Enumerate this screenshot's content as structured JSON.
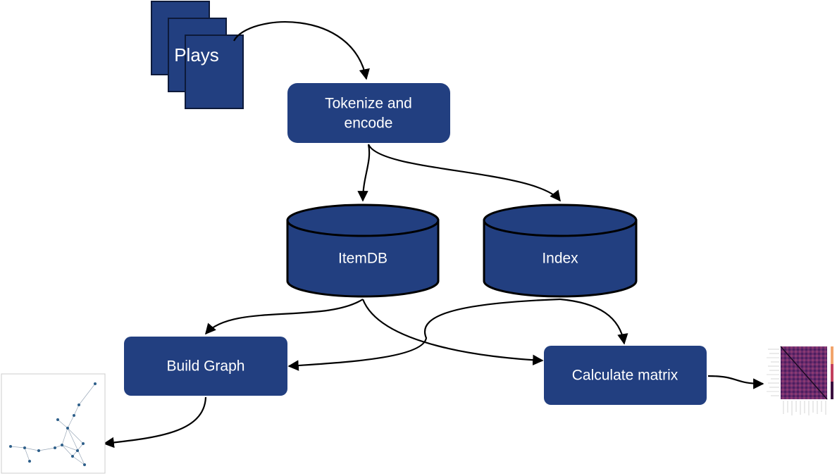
{
  "diagram": {
    "plays_label": "Plays",
    "tokenize_line1": "Tokenize and",
    "tokenize_line2": "encode",
    "itemdb_label": "ItemDB",
    "index_label": "Index",
    "build_graph_label": "Build Graph",
    "calculate_matrix_label": "Calculate matrix"
  },
  "colors": {
    "node_fill": "#223f80",
    "node_stroke": "#0d1a3a",
    "edge": "#000000",
    "background": "#ffffff"
  }
}
